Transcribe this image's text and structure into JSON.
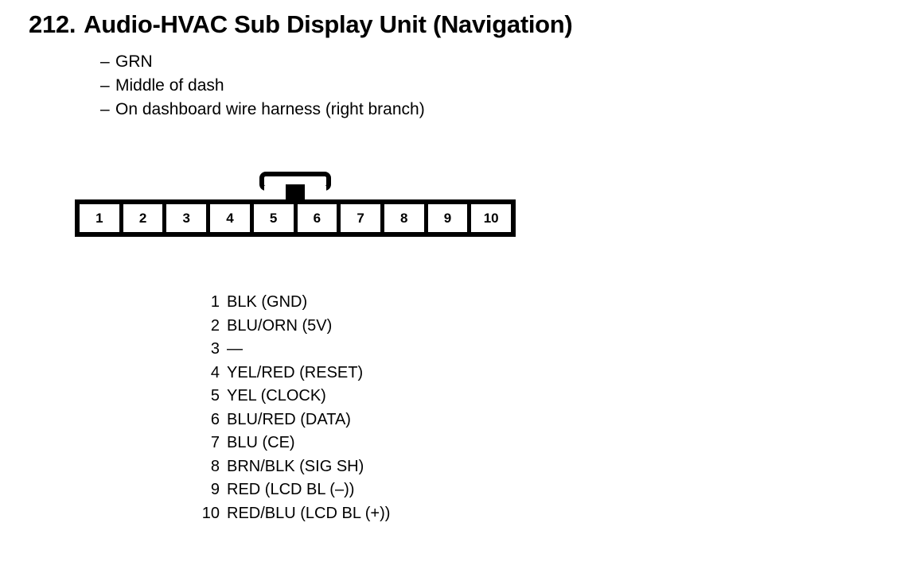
{
  "header": {
    "number": "212.",
    "title": "Audio-HVAC Sub Display Unit (Navigation)",
    "notes": [
      {
        "dash": "–",
        "text": "GRN"
      },
      {
        "dash": "–",
        "text": "Middle of dash"
      },
      {
        "dash": "–",
        "text": "On dashboard wire harness (right branch)"
      }
    ]
  },
  "connector": {
    "pin_count": 10,
    "pins": [
      "1",
      "2",
      "3",
      "4",
      "5",
      "6",
      "7",
      "8",
      "9",
      "10"
    ],
    "latch_position": "top-center"
  },
  "legend": {
    "rows": [
      {
        "num": "1",
        "label": "BLK (GND)"
      },
      {
        "num": "2",
        "label": "BLU/ORN (5V)"
      },
      {
        "num": "3",
        "label": "—"
      },
      {
        "num": "4",
        "label": "YEL/RED (RESET)"
      },
      {
        "num": "5",
        "label": "YEL (CLOCK)"
      },
      {
        "num": "6",
        "label": "BLU/RED (DATA)"
      },
      {
        "num": "7",
        "label": "BLU (CE)"
      },
      {
        "num": "8",
        "label": "BRN/BLK (SIG SH)"
      },
      {
        "num": "9",
        "label": "RED (LCD BL (–))"
      },
      {
        "num": "10",
        "label": "RED/BLU (LCD BL (+))"
      }
    ]
  },
  "colors": {
    "ink": "#000000",
    "background": "#ffffff"
  }
}
